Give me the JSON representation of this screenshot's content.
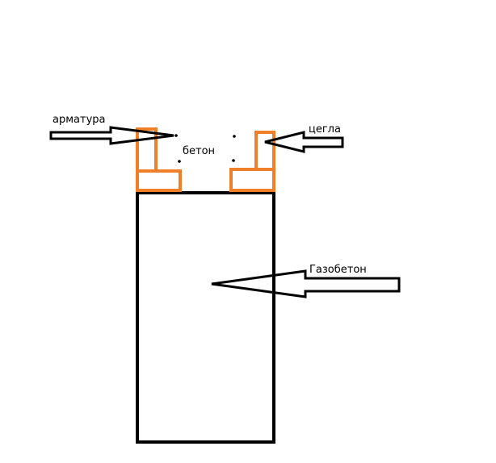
{
  "labels": {
    "rebar": "арматура",
    "brick": "цегла",
    "concrete": "бетон",
    "aerated_concrete": "Газобетон"
  },
  "colors": {
    "outline": "#000000",
    "brick": "#f07f2a",
    "background": "#ffffff"
  }
}
